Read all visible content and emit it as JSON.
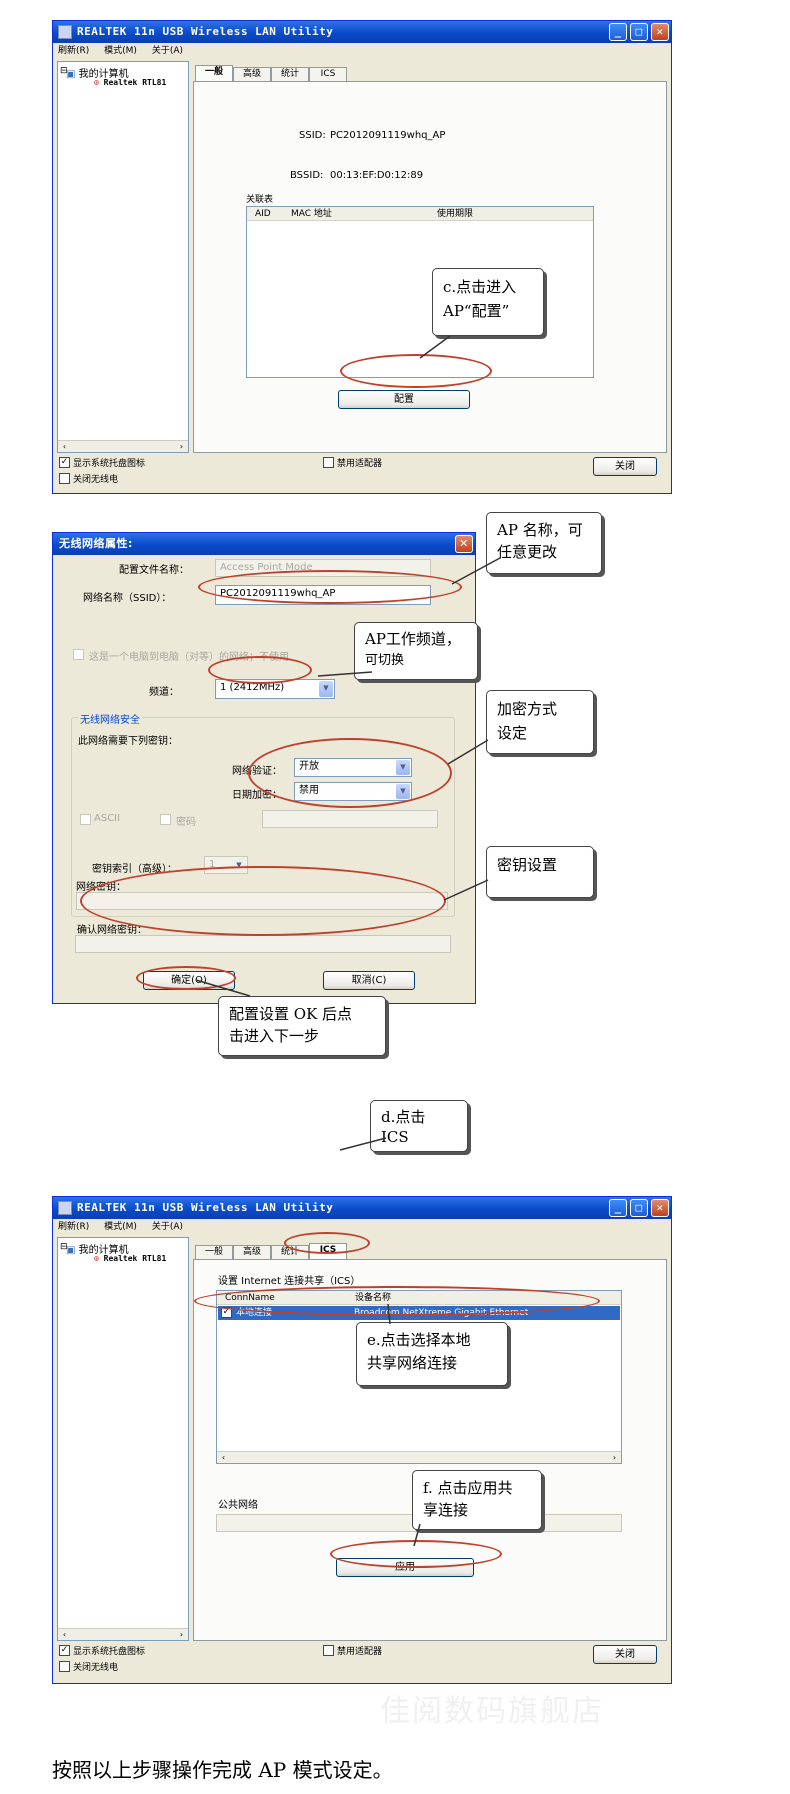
{
  "window1": {
    "title": "REALTEK 11n USB Wireless LAN Utility",
    "menu": [
      "刷新(R)",
      "模式(M)",
      "关于(A)"
    ],
    "tree": {
      "root": "我的计算机",
      "child": "Realtek RTL81"
    },
    "tabs": [
      "一般",
      "高级",
      "统计",
      "ICS"
    ],
    "ssid_label": "SSID:",
    "ssid_value": "PC2012091119whq_AP",
    "bssid_label": "BSSID:",
    "bssid_value": "00:13:EF:D0:12:89",
    "assoc_table_label": "关联表",
    "assoc_columns": [
      "AID",
      "MAC 地址",
      "使用期限"
    ],
    "config_button": "配置",
    "show_tray_icon": "显示系统托盘图标",
    "disable_adapter": "禁用适配器",
    "close_radio": "关闭无线电",
    "close_button": "关闭",
    "callout": [
      "c.点击进入",
      "AP“配置”"
    ]
  },
  "dialog": {
    "title": "无线网络属性:",
    "profile_label": "配置文件名称：",
    "profile_value": "Access Point Mode",
    "ssid_label": "网络名称（SSID）：",
    "ssid_value": "PC2012091119whq_AP",
    "adhoc_label": "这是一个电脑到电脑（对等）的网络；不使用",
    "channel_label": "频道：",
    "channel_value": "1 (2412MHz)",
    "security_group": "无线网络安全",
    "security_hint": "此网络需要下列密钥：",
    "auth_label": "网络验证：",
    "auth_value": "开放",
    "encrypt_label": "日期加密：",
    "encrypt_value": "禁用",
    "ascii_label": "ASCII",
    "password_label": "密码",
    "key_index_label": "密钥索引（高级）：",
    "key_index_value": "1",
    "net_key_label": "网络密钥：",
    "confirm_key_label": "确认网络密钥：",
    "ok_button": "确定(O)",
    "cancel_button": "取消(C)",
    "callouts": {
      "name": [
        "AP 名称，可",
        "任意更改"
      ],
      "channel": [
        "AP工作频道，",
        "可切换"
      ],
      "encrypt": [
        "加密方式",
        "设定"
      ],
      "key": [
        "密钥设置"
      ],
      "ok": [
        "配置设置 OK 后点",
        "击进入下一步"
      ]
    }
  },
  "callout_d": [
    "d.点击",
    "ICS"
  ],
  "window2": {
    "title": "REALTEK 11n USB Wireless LAN Utility",
    "menu": [
      "刷新(R)",
      "模式(M)",
      "关于(A)"
    ],
    "tree": {
      "root": "我的计算机",
      "child": "Realtek RTL81"
    },
    "tabs": [
      "一般",
      "高级",
      "统计",
      "ICS"
    ],
    "ics_label": "设置 Internet 连接共享（ICS）",
    "columns": [
      "ConnName",
      "设备名称"
    ],
    "row": {
      "name": "本地连接",
      "device": "Broadcom NetXtreme Gigabit Ethernet"
    },
    "public_label": "公共网络",
    "apply_button": "应用",
    "show_tray_icon": "显示系统托盘图标",
    "disable_adapter": "禁用适配器",
    "close_radio": "关闭无线电",
    "close_button": "关闭",
    "callouts": {
      "select": [
        "e.点击选择本地",
        "共享网络连接"
      ],
      "apply": [
        "f. 点击应用共",
        "享连接"
      ]
    }
  },
  "watermark": "佳阅数码旗舰店",
  "footer": "按照以上步骤操作完成 AP 模式设定。"
}
